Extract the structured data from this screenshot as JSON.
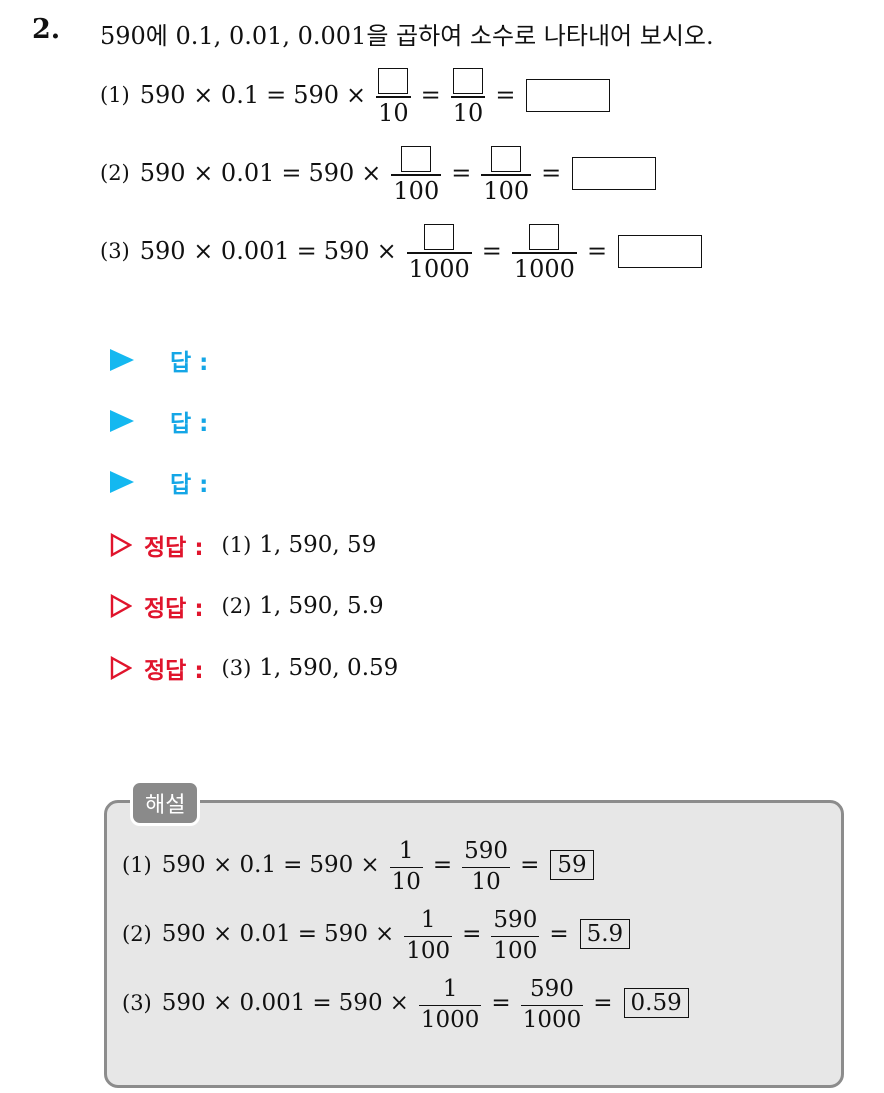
{
  "question": {
    "number": "2.",
    "text": "590에 0.1, 0.01, 0.001을 곱하여 소수로 나타내어 보시오.",
    "items": [
      {
        "label": "(1)",
        "lhs": "590 × 0.1",
        "mid": "590",
        "den": "10"
      },
      {
        "label": "(2)",
        "lhs": "590 × 0.01",
        "mid": "590",
        "den": "100"
      },
      {
        "label": "(3)",
        "lhs": "590 × 0.001",
        "mid": "590",
        "den": "1000"
      }
    ]
  },
  "answer_prompts": [
    "답 :",
    "답 :",
    "답 :"
  ],
  "solutions_label": "정답 :",
  "solutions": [
    {
      "label": "(1)",
      "value": "1, 590, 59"
    },
    {
      "label": "(2)",
      "value": "1, 590, 5.9"
    },
    {
      "label": "(3)",
      "value": "1, 590, 0.59"
    }
  ],
  "explanation": {
    "tag": "해설",
    "items": [
      {
        "label": "(1)",
        "lhs": "590 × 0.1",
        "mid": "590",
        "num1": "1",
        "num2": "590",
        "den": "10",
        "result": "59"
      },
      {
        "label": "(2)",
        "lhs": "590 × 0.01",
        "mid": "590",
        "num1": "1",
        "num2": "590",
        "den": "100",
        "result": "5.9"
      },
      {
        "label": "(3)",
        "lhs": "590 × 0.001",
        "mid": "590",
        "num1": "1",
        "num2": "590",
        "den": "1000",
        "result": "0.59"
      }
    ]
  },
  "colors": {
    "answer_marker": "#14b8f0",
    "solution_marker": "#e0142c",
    "panel_bg": "#e7e7e7",
    "panel_border": "#8c8c8c"
  }
}
